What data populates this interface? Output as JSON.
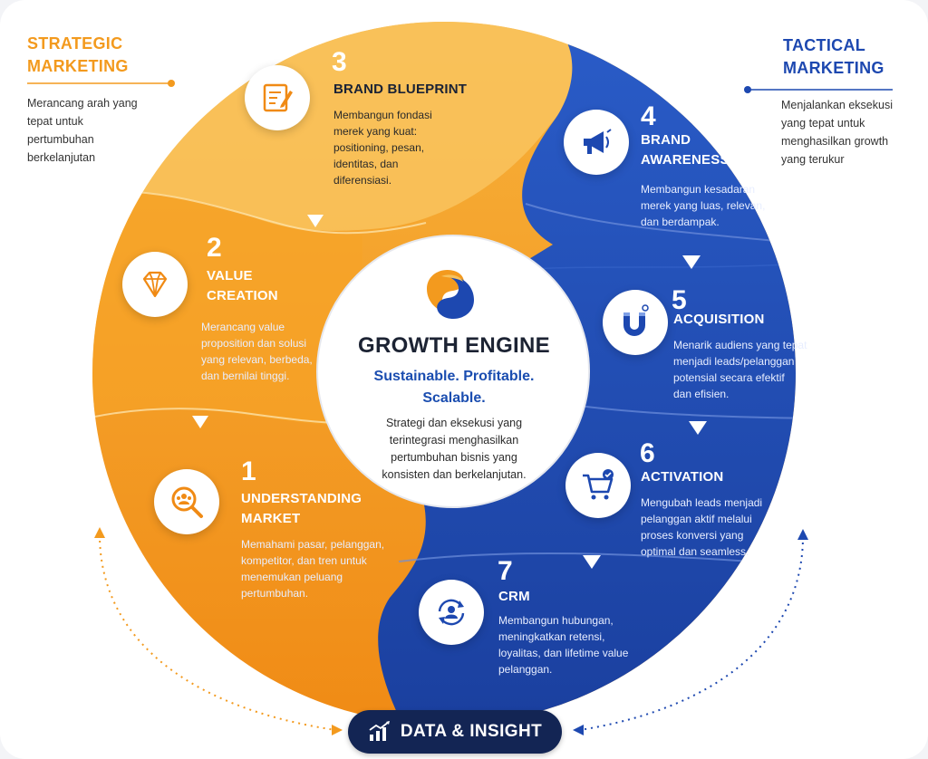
{
  "strategic": {
    "title_line1": "STRATEGIC",
    "title_line2": "MARKETING",
    "desc": [
      "Merancang arah yang",
      "tepat untuk",
      "pertumbuhan",
      "berkelanjutan"
    ],
    "color": "#f39a1e"
  },
  "tactical": {
    "title_line1": "TACTICAL",
    "title_line2": "MARKETING",
    "desc": [
      "Menjalankan eksekusi",
      "yang tepat untuk",
      "menghasilkan growth",
      "yang terukur"
    ],
    "color": "#1d48b0"
  },
  "center": {
    "title": "GROWTH ENGINE",
    "sub_line1": "Sustainable. Profitable.",
    "sub_line2": "Scalable.",
    "desc": [
      "Strategi dan eksekusi yang",
      "terintegrasi menghasilkan",
      "pertumbuhan bisnis yang",
      "konsisten dan berkelanjutan."
    ]
  },
  "steps": [
    {
      "num": "1",
      "title": [
        "UNDERSTANDING",
        "MARKET"
      ],
      "desc": [
        "Memahami pasar, pelanggan,",
        "kompetitor, dan tren untuk",
        "menemukan peluang",
        "pertumbuhan."
      ],
      "icon": "market-research-icon"
    },
    {
      "num": "2",
      "title": [
        "VALUE",
        "CREATION"
      ],
      "desc": [
        "Merancang value",
        "proposition dan solusi",
        "yang relevan, berbeda,",
        "dan bernilai tinggi."
      ],
      "icon": "diamond-icon"
    },
    {
      "num": "3",
      "title": [
        "BRAND BLUEPRINT"
      ],
      "desc": [
        "Membangun fondasi",
        "merek yang kuat:",
        "positioning, pesan,",
        "identitas, dan",
        "diferensiasi."
      ],
      "icon": "blueprint-icon"
    },
    {
      "num": "4",
      "title": [
        "BRAND",
        "AWARENESS"
      ],
      "desc": [
        "Membangun kesadaran",
        "merek yang luas, relevan,",
        "dan berdampak."
      ],
      "icon": "megaphone-icon"
    },
    {
      "num": "5",
      "title": [
        "ACQUISITION"
      ],
      "desc": [
        "Menarik audiens yang tepat",
        "menjadi leads/pelanggan",
        "potensial secara efektif",
        "dan efisien."
      ],
      "icon": "magnet-icon"
    },
    {
      "num": "6",
      "title": [
        "ACTIVATION"
      ],
      "desc": [
        "Mengubah leads menjadi",
        "pelanggan aktif melalui",
        "proses konversi yang",
        "optimal dan seamless."
      ],
      "icon": "cart-check-icon"
    },
    {
      "num": "7",
      "title": [
        "CRM"
      ],
      "desc": [
        "Membangun hubungan,",
        "meningkatkan retensi,",
        "loyalitas, dan lifetime value",
        "pelanggan."
      ],
      "icon": "customer-cycle-icon"
    }
  ],
  "footer": {
    "label": "DATA & INSIGHT",
    "icon": "chart-icon"
  }
}
